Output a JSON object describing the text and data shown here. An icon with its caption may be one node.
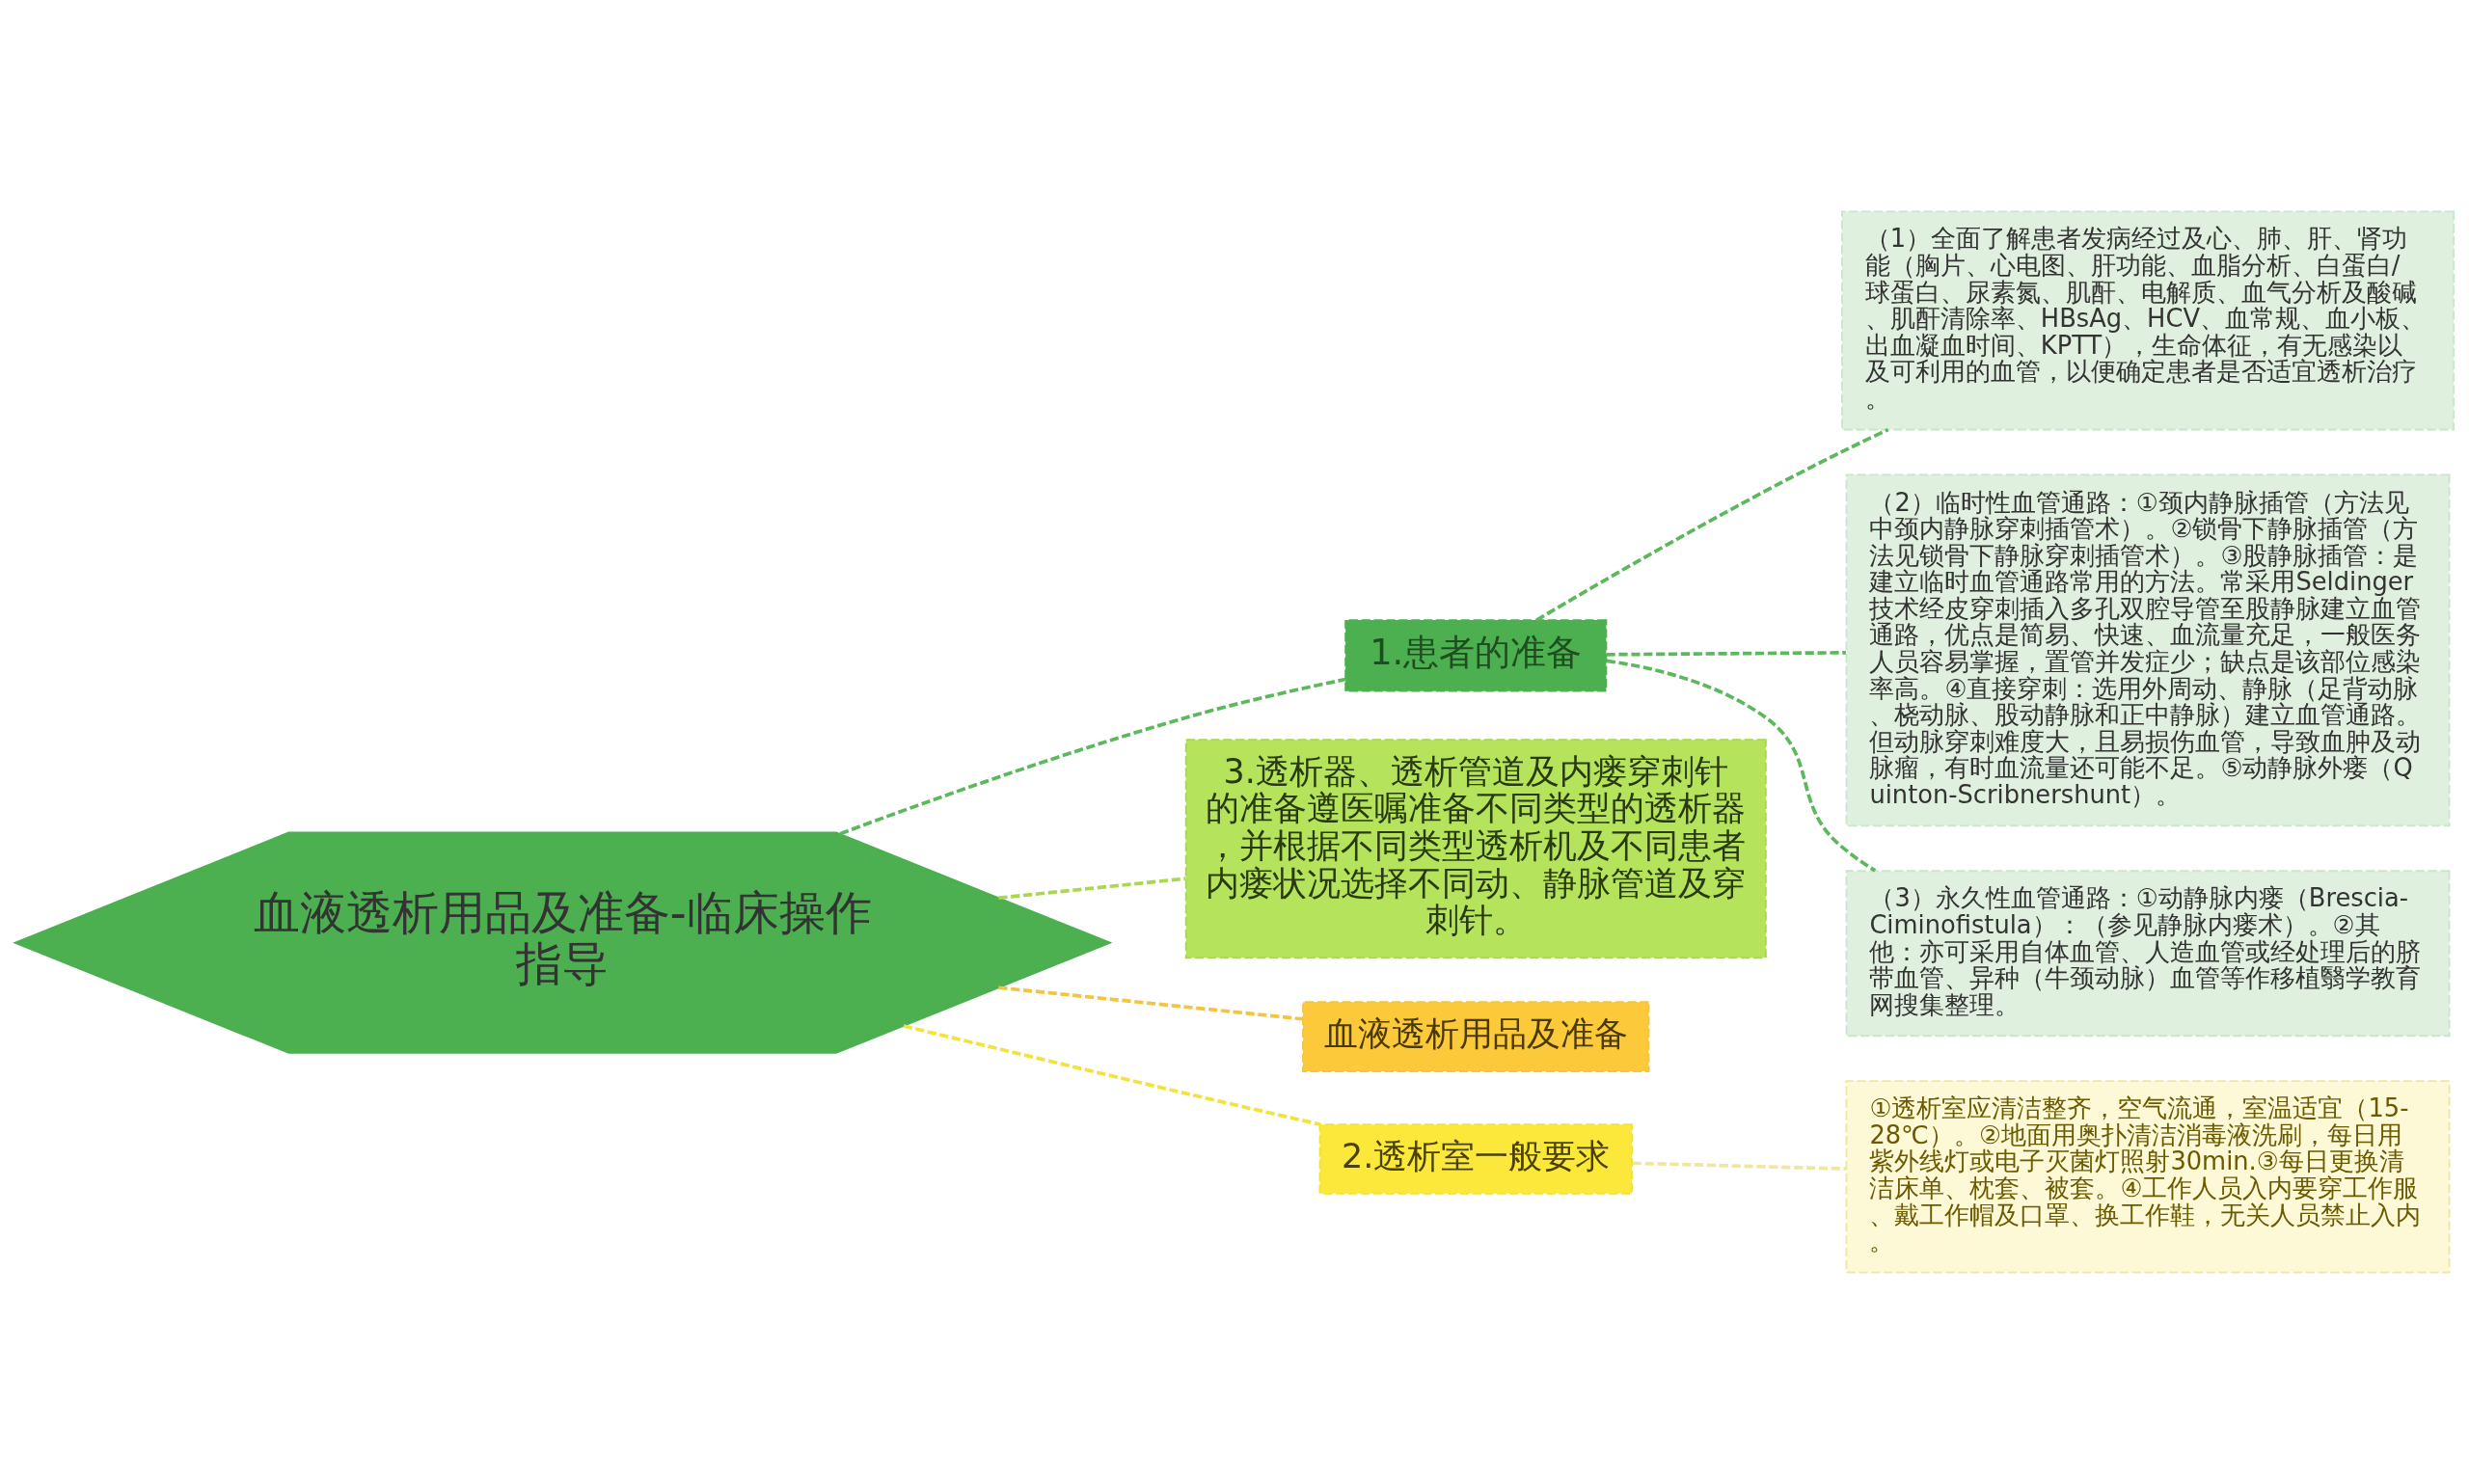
{
  "diagram": {
    "nodes": [
      {
        "text": [
          "血液透析用品及准备-临床操作指导"
        ]
      },
      {
        "text": [
          "1.患者的准备"
        ]
      },
      {
        "text": [
          "（1）全面了解患者发病经过及心、肺、肝、肾功能（胸片、心电图、肝功能、血脂分析、白蛋白/球蛋白、尿素氮、肌酐、电解质、血气分析及酸碱、肌酐清除率、HBsAg、HCV、血常规、血小板、出血凝血时间、KPTT），生命体征，有无感染以及可利用的血管，以便确定患者是否适宜透析治疗。"
        ]
      },
      {
        "text": [
          "（2）临时性血管通路：①颈内静脉插管（方法见中颈内静脉穿刺插管术）。②锁骨下静脉插管（方法见锁骨下静脉穿刺插管术）。③股静脉插管：是建立临时血管通路常用的方法。常采用Seldinger技术经皮穿刺插入多孔双腔导管至股静脉建立血管通路，优点是简易、快速、血流量充足，一般医务人员容易掌握，置管并发症少；缺点是该部位感染率高。④直接穿刺：选用外周动、静脉（足背动脉、桡动脉、股动静脉和正中静脉）建立血管通路。但动脉穿刺难度大，且易损伤血管，导致血肿及动脉瘤，有时血流量还可能不足。⑤动静脉外瘘（Quinton-Scribnershunt）。"
        ]
      },
      {
        "text": [
          "（3）永久性血管通路：①动静脉内瘘（Brescia-Ciminofistula）：（参见静脉内瘘术）。②其他：亦可采用自体血管、人造血管或经处理后的脐带血管、异种（牛颈动脉）血管等作移植翳学教育网搜集整理。"
        ]
      },
      {
        "text": [
          "3.透析器、透析管道及内瘘穿刺针的准备遵医嘱准备不同类型的透析器，并根据不同类型透析机及不同患者内瘘状况选择不同动、静脉管道及穿刺针。"
        ]
      },
      {
        "text": [
          "血液透析用品及准备"
        ]
      },
      {
        "text": [
          "2.透析室一般要求"
        ]
      },
      {
        "text": [
          "①透析室应清洁整齐，空气流通，室温适宜（15-28℃）。②地面用奥扑清洁消毒液洗刷，每日用紫外线灯或电子灭菌灯照射30min.③每日更换清洁床单、枕套、被套。④工作人员入内要穿工作服、戴工作帽及口罩、换工作鞋，无关人员禁止入内。"
        ]
      }
    ],
    "edges": [
      {
        "from": 0,
        "to": 1,
        "arrow": "none",
        "style": "dashed"
      },
      {
        "from": 1,
        "to": 2,
        "arrow": "none",
        "style": "dashed"
      },
      {
        "from": 1,
        "to": 3,
        "arrow": "none",
        "style": "dashed"
      },
      {
        "from": 1,
        "to": 4,
        "arrow": "none",
        "style": "dashed"
      },
      {
        "from": 0,
        "to": 5,
        "arrow": "none",
        "style": "dashed",
        "color": "#a8d84e"
      },
      {
        "from": 0,
        "to": 6,
        "arrow": "none",
        "style": "dashed",
        "color": "#f5c342"
      },
      {
        "from": 0,
        "to": 7,
        "arrow": "none",
        "style": "dashed",
        "color": "#f2e23a"
      },
      {
        "from": 7,
        "to": 8,
        "arrow": "none",
        "style": "dashed",
        "color": "#efe6a0"
      }
    ]
  }
}
